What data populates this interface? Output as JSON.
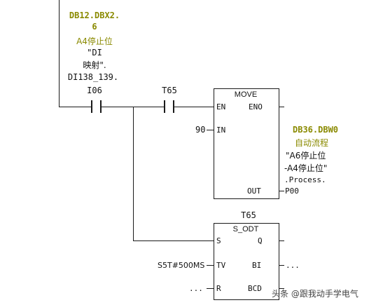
{
  "network": {
    "contact1": {
      "address_line1": "DB12.DBX2.",
      "address_line2": "6",
      "comment": "A4停止位",
      "symbol_line1": "\"DI",
      "symbol_line2": "映射\".",
      "symbol_line3": "DI138_139.",
      "operand": "I06"
    },
    "contact2": {
      "operand": "T65"
    },
    "move_block": {
      "title": "MOVE",
      "en": "EN",
      "eno": "ENO",
      "in_label": "IN",
      "in_value": "90",
      "out_label": "OUT",
      "out_value": "P00",
      "out_address": "DB36.DBW0",
      "out_comment": "自动流程",
      "out_symbol_line1": "\"A6停止位",
      "out_symbol_line2": "-A4停止位\"",
      "out_symbol_line3": ".Process."
    },
    "timer_block": {
      "operand": "T65",
      "title": "S_ODT",
      "s": "S",
      "q": "Q",
      "tv": "TV",
      "tv_value": "S5T#500MS",
      "bi": "BI",
      "bi_value": "...",
      "r": "R",
      "r_value": "...",
      "bcd": "BCD"
    }
  },
  "watermark": "头条 @跟我动手学电气"
}
